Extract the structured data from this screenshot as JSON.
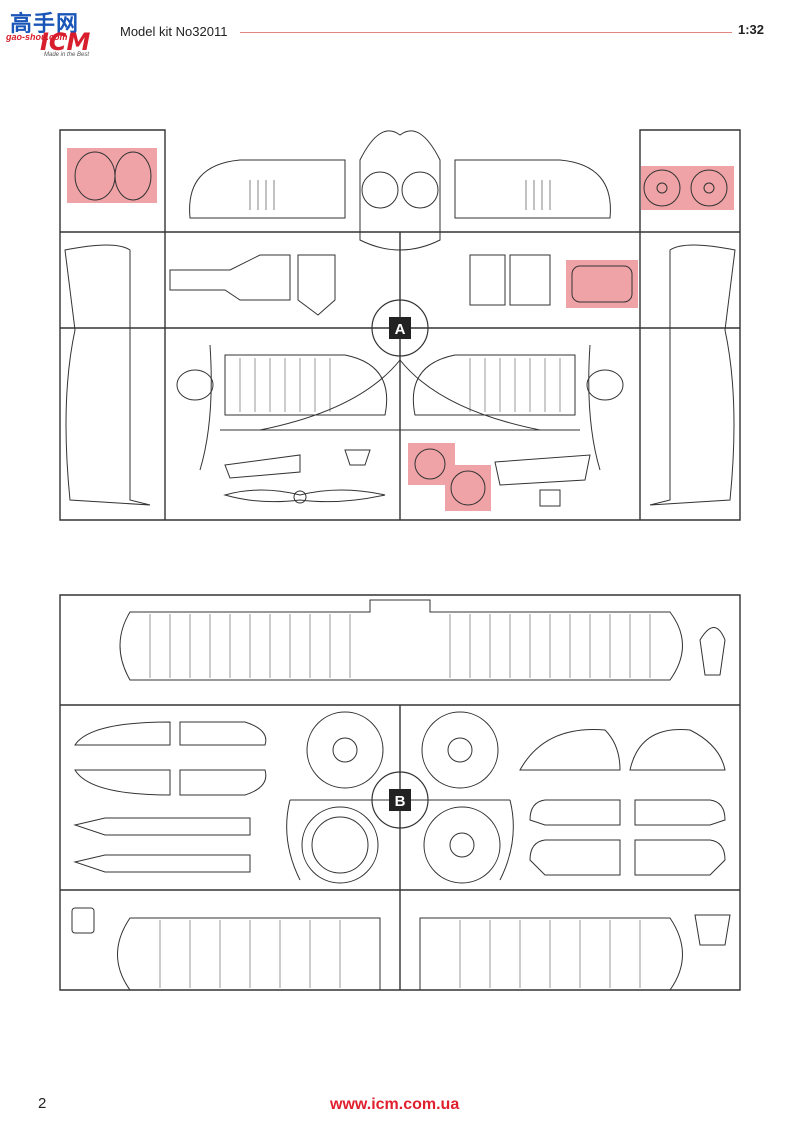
{
  "header": {
    "logo_cn": "高手网",
    "logo_url": "gao-shou.com",
    "logo_brand": "ICM",
    "logo_tagline": "Made in the Best",
    "kit_title": "Model kit No32011",
    "scale": "1:32"
  },
  "sprues": [
    {
      "id": "sprue-a",
      "label": "A"
    },
    {
      "id": "sprue-b",
      "label": "B"
    }
  ],
  "colors": {
    "highlight": "#f0a3a6",
    "accent": "#e0202e",
    "line": "#333333"
  },
  "footer": {
    "page_number": "2",
    "website": "www.icm.com.ua"
  }
}
